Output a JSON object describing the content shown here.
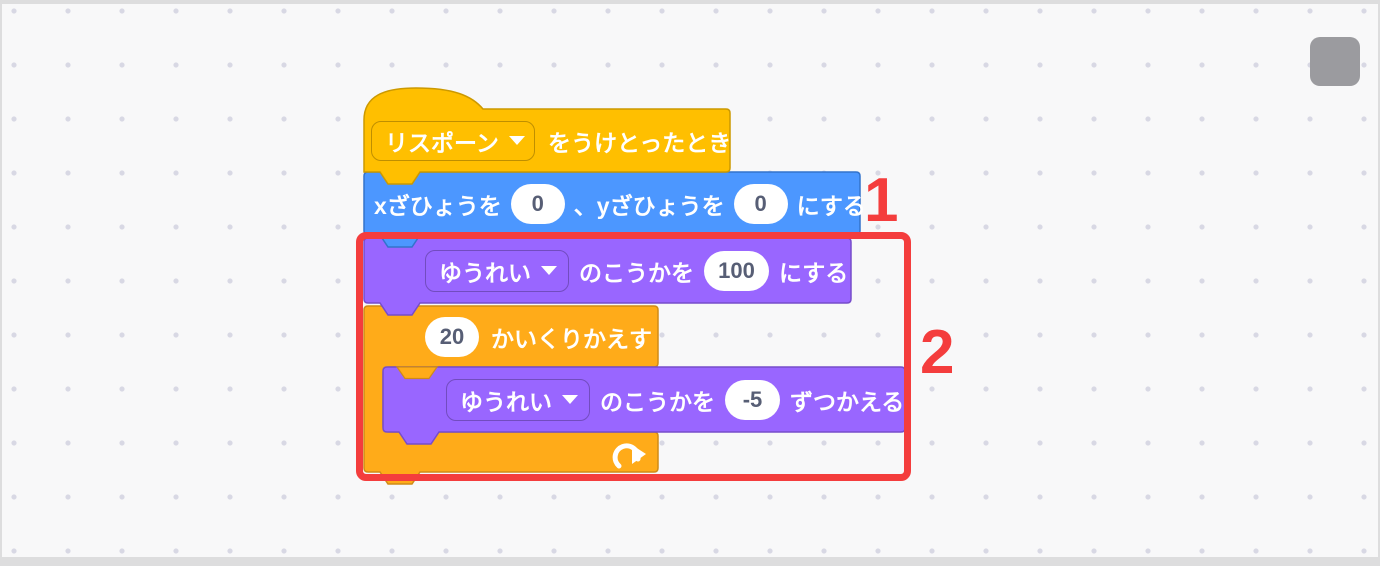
{
  "workspace": {
    "background": "#F8F8F9",
    "dot_color": "#D8D8E4"
  },
  "colors": {
    "events_fill": "#FFBF00",
    "events_stroke": "#CC9900",
    "motion_fill": "#4C97FF",
    "motion_stroke": "#3373CC",
    "looks_fill": "#9966FF",
    "looks_stroke": "#774DCB",
    "control_fill": "#FFAB19",
    "control_stroke": "#CF8B17",
    "annotation_red": "#F43D3D",
    "input_text": "#575E75"
  },
  "blocks": {
    "when_received": {
      "menu_value": "リスポーン",
      "suffix": "をうけとったとき"
    },
    "set_xy": {
      "t1": "xざひょうを",
      "x": "0",
      "t2": "、yざひょうを",
      "y": "0",
      "t3": "にする"
    },
    "set_effect": {
      "menu_value": "ゆうれい",
      "t1": "のこうかを",
      "value": "100",
      "t2": "にする"
    },
    "repeat": {
      "times": "20",
      "label": "かいくりかえす"
    },
    "change_effect": {
      "menu_value": "ゆうれい",
      "t1": "のこうかを",
      "value": "-5",
      "t2": "ずつかえる"
    }
  },
  "annotations": {
    "label_1": "1",
    "label_2": "2"
  }
}
